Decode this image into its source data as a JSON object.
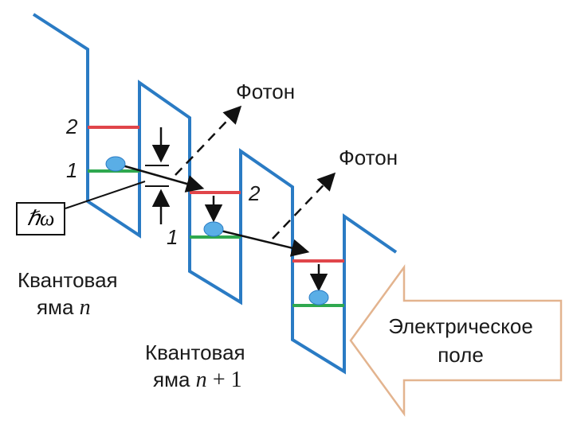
{
  "photon_label_1": "Фотон",
  "photon_label_2": "Фотон",
  "level_2_left": "2",
  "level_1_left": "1",
  "level_2_right": "2",
  "level_1_right": "1",
  "hbar_omega": "ℏω",
  "well_n": {
    "line1": "Квантовая",
    "line2_prefix": "яма",
    "line2_var": "n"
  },
  "well_n1": {
    "line1": "Квантовая",
    "line2_prefix": "яма",
    "line2_var": "n",
    "line2_suffix": "+ 1"
  },
  "field_arrow": {
    "line1": "Электрическое",
    "line2": "поле"
  },
  "colors": {
    "band": "#2a7bc4",
    "level_upper": "#e0454a",
    "level_lower": "#2fa84f",
    "electron": "#5aaee6",
    "field_arrow_outline": "#e3b48f"
  }
}
